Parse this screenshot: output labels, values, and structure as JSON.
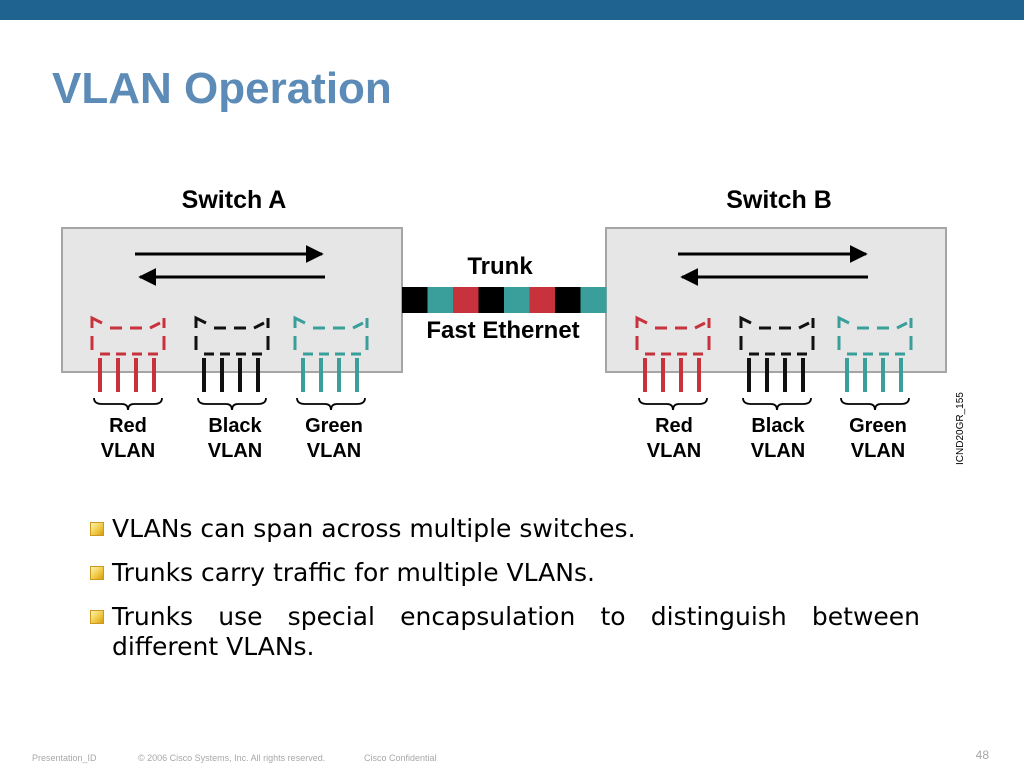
{
  "slide": {
    "title": "VLAN Operation",
    "page_number": "48"
  },
  "diagram": {
    "switch_a_label": "Switch A",
    "switch_b_label": "Switch B",
    "trunk_label": "Trunk",
    "link_label": "Fast Ethernet",
    "figure_id": "ICND20GR_155",
    "vlans": [
      {
        "line1": "Red",
        "line2": "VLAN",
        "color": "#c8323c"
      },
      {
        "line1": "Black",
        "line2": "VLAN",
        "color": "#111111"
      },
      {
        "line1": "Green",
        "line2": "VLAN",
        "color": "#3a9e9a"
      }
    ],
    "trunk_segments": [
      "#000000",
      "#3a9e9a",
      "#c8323c",
      "#000000",
      "#3a9e9a",
      "#c8323c",
      "#000000",
      "#3a9e9a"
    ]
  },
  "bullets": [
    "VLANs can span across multiple switches.",
    "Trunks carry traffic for multiple VLANs.",
    "Trunks use special encapsulation to distinguish between different VLANs."
  ],
  "footer": {
    "presentation_id": "Presentation_ID",
    "copyright": "© 2006 Cisco Systems, Inc. All rights reserved.",
    "confidential": "Cisco Confidential"
  }
}
